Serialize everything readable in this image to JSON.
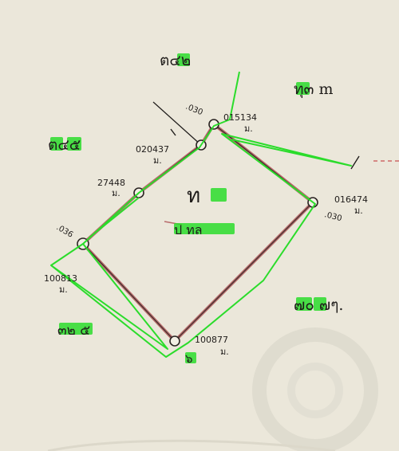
{
  "document": {
    "type": "hand-drawn land parcel survey sketch with green overlay annotations",
    "colors": {
      "paper": "#ebe7da",
      "ink": "#1f1c1a",
      "parcel_edge": "#b86b6b",
      "overlay": "#2bdc2b"
    }
  },
  "labels": {
    "parcel_main": "ท",
    "parcel_sub": "ป ทล",
    "north_neighbor": "ต๔๒",
    "east_neighbor": "ทุ๓ m",
    "west_neighbor": "ต๔๕",
    "south_east_neighbor": "๗๐ ๗ๆ.",
    "south_west_neighbor": "๓๒ ๕",
    "bottom_mark": "๖",
    "dim_top": ".030",
    "dim_left": ".036",
    "dim_right": ".030"
  },
  "points": [
    {
      "id": "p1",
      "number": "015134",
      "suffix": "ม."
    },
    {
      "id": "p2",
      "number": "020437",
      "suffix": "ม."
    },
    {
      "id": "p3",
      "number": "27448",
      "suffix": "ม."
    },
    {
      "id": "p4",
      "number": "016474",
      "suffix": "ม."
    },
    {
      "id": "p5",
      "number": "100813",
      "suffix": "ม."
    },
    {
      "id": "p6",
      "number": "100877",
      "suffix": "ม."
    }
  ]
}
